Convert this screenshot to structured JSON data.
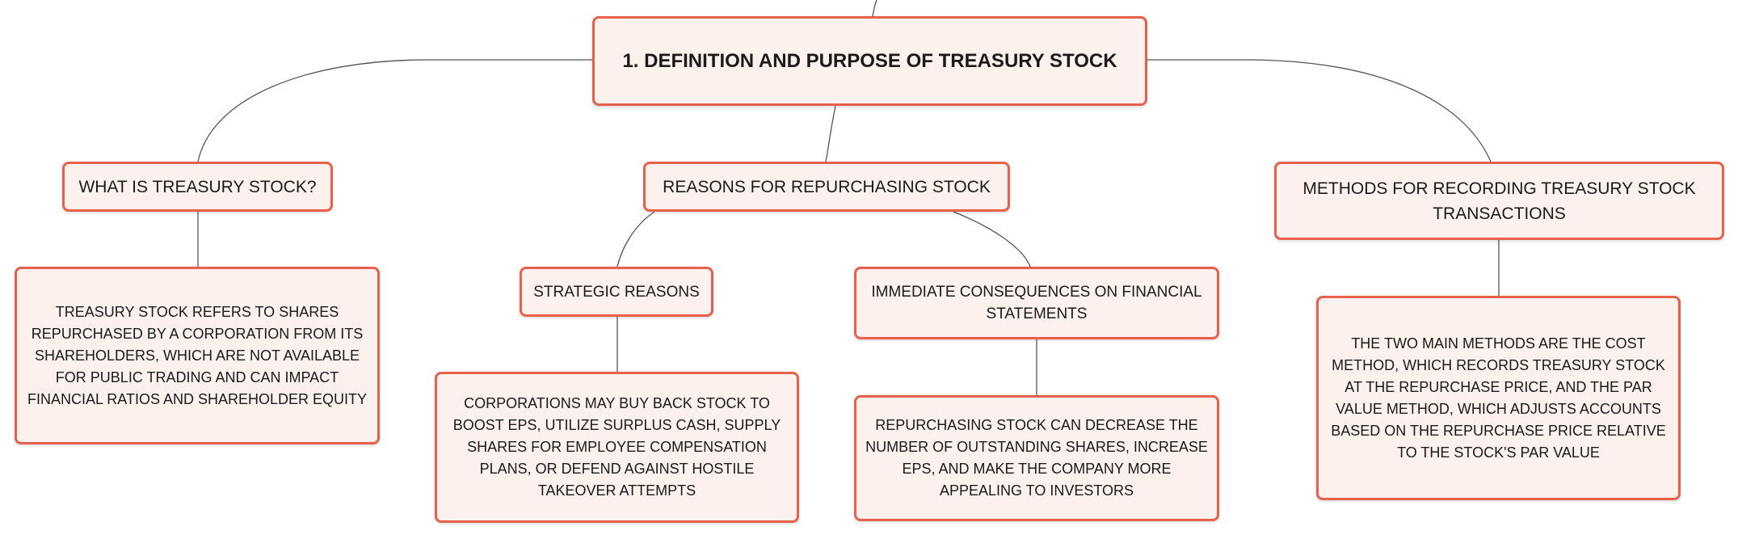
{
  "colors": {
    "node_fill": "#fdf1ed",
    "node_border": "#e8604a",
    "connector": "#555555",
    "text": "#1a1a1a"
  },
  "root": {
    "label": "1. DEFINITION AND PURPOSE OF TREASURY STOCK"
  },
  "topics": [
    {
      "label": "WHAT IS TREASURY STOCK?",
      "detail": "TREASURY STOCK REFERS TO SHARES REPURCHASED BY A CORPORATION FROM ITS SHAREHOLDERS, WHICH ARE NOT AVAILABLE FOR PUBLIC TRADING AND CAN IMPACT FINANCIAL RATIOS AND SHAREHOLDER EQUITY"
    },
    {
      "label": "REASONS FOR REPURCHASING STOCK",
      "children": [
        {
          "label": "STRATEGIC REASONS",
          "detail": "CORPORATIONS MAY BUY BACK STOCK TO BOOST EPS, UTILIZE SURPLUS CASH, SUPPLY SHARES FOR EMPLOYEE COMPENSATION PLANS, OR DEFEND AGAINST HOSTILE TAKEOVER ATTEMPTS"
        },
        {
          "label": "IMMEDIATE CONSEQUENCES ON FINANCIAL STATEMENTS",
          "detail": "REPURCHASING STOCK CAN DECREASE THE NUMBER OF OUTSTANDING SHARES, INCREASE EPS, AND MAKE THE COMPANY MORE APPEALING TO INVESTORS"
        }
      ]
    },
    {
      "label": "METHODS FOR RECORDING TREASURY STOCK TRANSACTIONS",
      "detail": "THE TWO MAIN METHODS ARE THE COST METHOD, WHICH RECORDS TREASURY STOCK AT THE REPURCHASE PRICE, AND THE PAR VALUE METHOD, WHICH ADJUSTS ACCOUNTS BASED ON THE REPURCHASE PRICE RELATIVE TO THE STOCK'S PAR VALUE"
    }
  ]
}
